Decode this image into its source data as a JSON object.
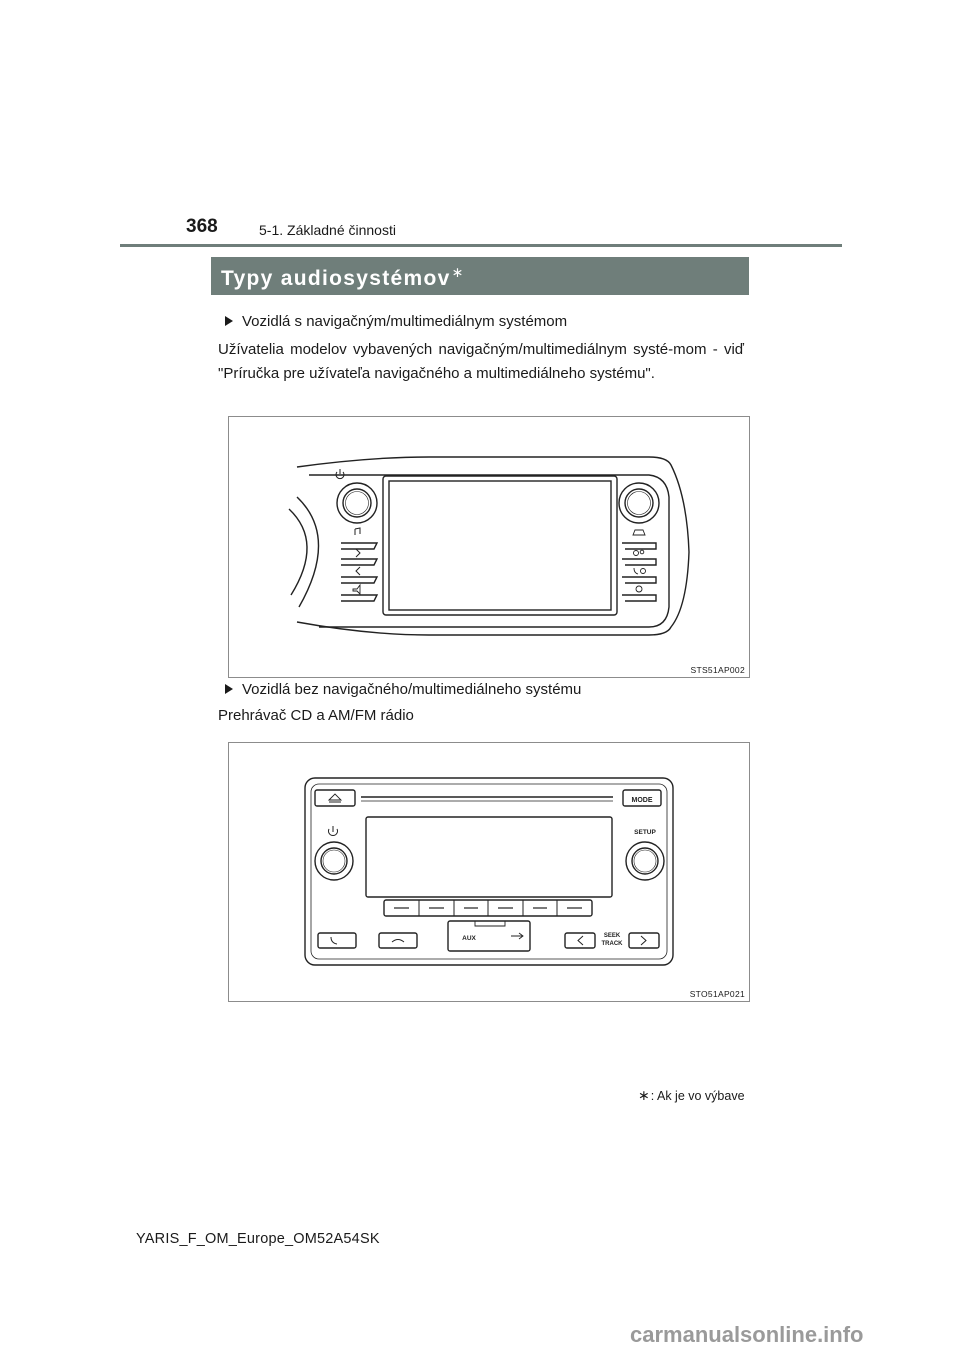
{
  "header": {
    "page_number": "368",
    "section": "5-1. Základné činnosti"
  },
  "title": {
    "text": "Typy audiosystémov",
    "marker": "∗"
  },
  "content": {
    "bullet_1": "Vozidlá s navigačným/multimediálnym systémom",
    "paragraph_1": "Užívatelia modelov vybavených navigačným/multimediálnym systé-mom - viď \"Príručka pre užívateľa navigačného a multimediálneho systému\".",
    "figure_1_code": "STS51AP002",
    "bullet_2": "Vozidlá bez navigačného/multimediálneho systému",
    "line_2": "Prehrávač CD a AM/FM rádio",
    "figure_2_code": "STO51AP021"
  },
  "figure_2_labels": {
    "mode": "MODE",
    "setup": "SETUP",
    "aux": "AUX",
    "seek_1": "SEEK",
    "seek_2": "TRACK"
  },
  "footnote": {
    "marker": "∗",
    "text": ": Ak je vo výbave"
  },
  "footer": {
    "document_id": "YARIS_F_OM_Europe_OM52A54SK",
    "watermark": "carmanualsonline.info"
  }
}
